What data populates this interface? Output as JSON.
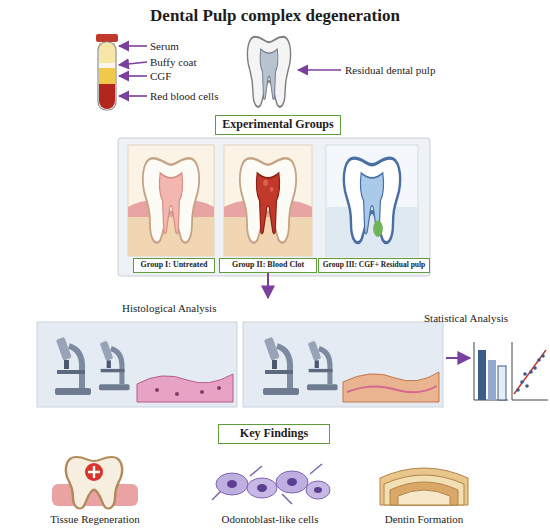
{
  "diagram": {
    "title": "Dental Pulp complex degeneration",
    "nodes": [
      {
        "text": [
          "Experimental Groups"
        ]
      },
      {
        "text": [
          "Group I: Untreated"
        ]
      },
      {
        "text": [
          "Group II: Blood Clot"
        ]
      },
      {
        "text": [
          "Group III: CGF+ Residual pulp"
        ]
      },
      {
        "text": [
          "Histological Analysis"
        ]
      },
      {
        "text": [
          "Statistical Analysis"
        ]
      },
      {
        "text": [
          "Key Findings"
        ]
      }
    ],
    "edges": [
      {
        "from": 2,
        "to": 4,
        "arrow": "to"
      },
      {
        "from": 4,
        "to": 5,
        "arrow": "to"
      }
    ],
    "labels": [
      "Serum",
      "Buffy coat",
      "CGF",
      "Red blood cells",
      "Residual dental pulp",
      "Tissue Regeneration",
      "Odontoblast-like cells",
      "Dentin Formation"
    ]
  }
}
